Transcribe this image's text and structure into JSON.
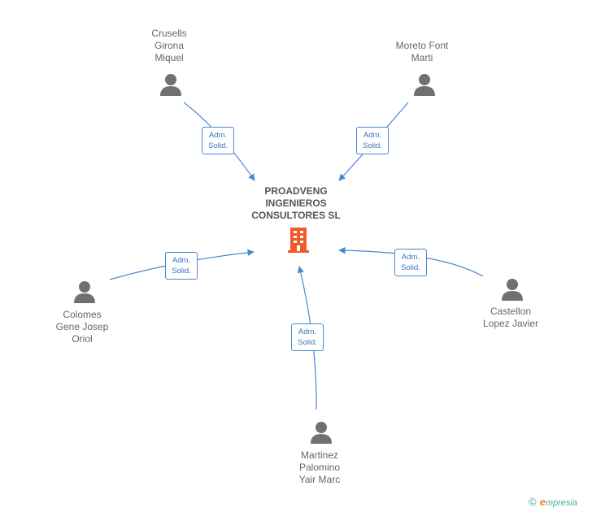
{
  "company": {
    "name": "PROADVENG\nINGENIEROS\nCONSULTORES SL",
    "icon": "building-icon",
    "color": "#f05a28"
  },
  "persons": [
    {
      "id": "crusells",
      "name": "Crusells\nGirona\nMiquel",
      "icon": "person-icon",
      "role": "Adm.\nSolid."
    },
    {
      "id": "moreto",
      "name": "Moreto Font\nMarti",
      "icon": "person-icon",
      "role": "Adm.\nSolid."
    },
    {
      "id": "colomes",
      "name": "Colomes\nGene Josep\nOriol",
      "icon": "person-icon",
      "role": "Adm.\nSolid."
    },
    {
      "id": "castellon",
      "name": "Castellon\nLopez Javier",
      "icon": "person-icon",
      "role": "Adm.\nSolid."
    },
    {
      "id": "martinez",
      "name": "Martinez\nPalomino\nYair Marc",
      "icon": "person-icon",
      "role": "Adm.\nSolid."
    }
  ],
  "colors": {
    "edge": "#4a86d4",
    "person": "#707070"
  },
  "footer": {
    "copyright": "©",
    "brand_initial": "e",
    "brand_rest": "mpresia"
  }
}
